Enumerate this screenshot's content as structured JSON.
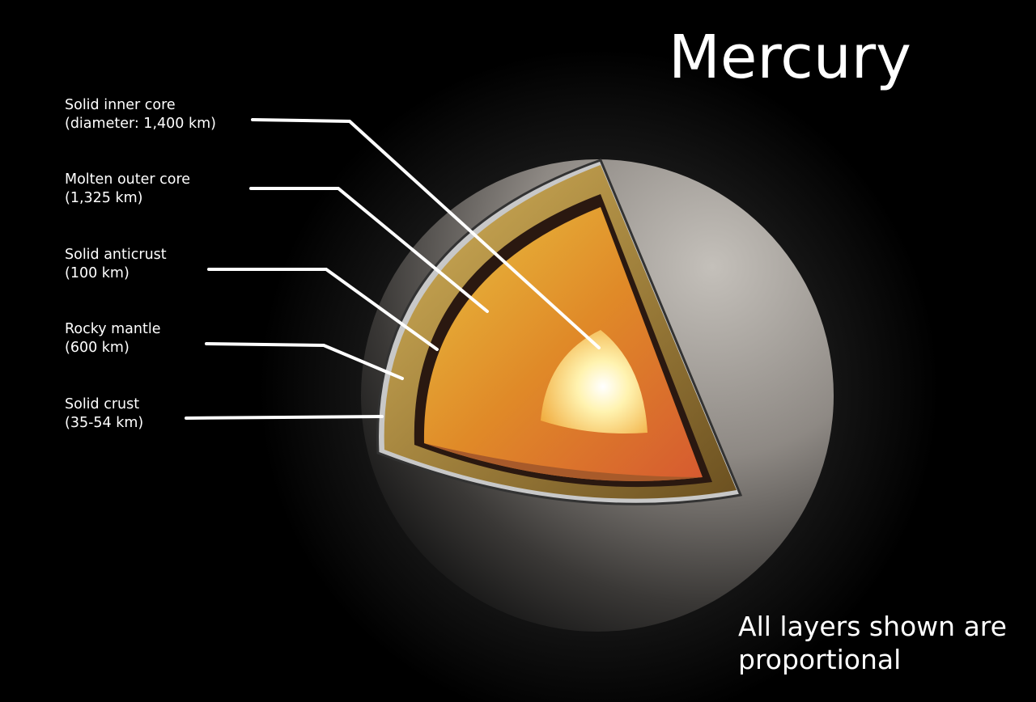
{
  "title": "Mercury",
  "labels": [
    {
      "name": "Solid inner core",
      "detail": "(diameter: 1,400 km)"
    },
    {
      "name": "Molten outer core",
      "detail": "(1,325 km)"
    },
    {
      "name": "Solid anticrust",
      "detail": "(100 km)"
    },
    {
      "name": "Rocky mantle",
      "detail": "(600 km)"
    },
    {
      "name": "Solid crust",
      "detail": "(35-54 km)"
    }
  ],
  "note": {
    "line1": "All layers shown are",
    "line2": "proportional"
  },
  "colors": {
    "background": "#000000",
    "text": "#ffffff",
    "surface": "#a8a29c",
    "mantle": "#b08a3a",
    "anticrust": "#2a1810",
    "outer_core": "#e79a2a",
    "inner_core": "#fff6c8"
  }
}
